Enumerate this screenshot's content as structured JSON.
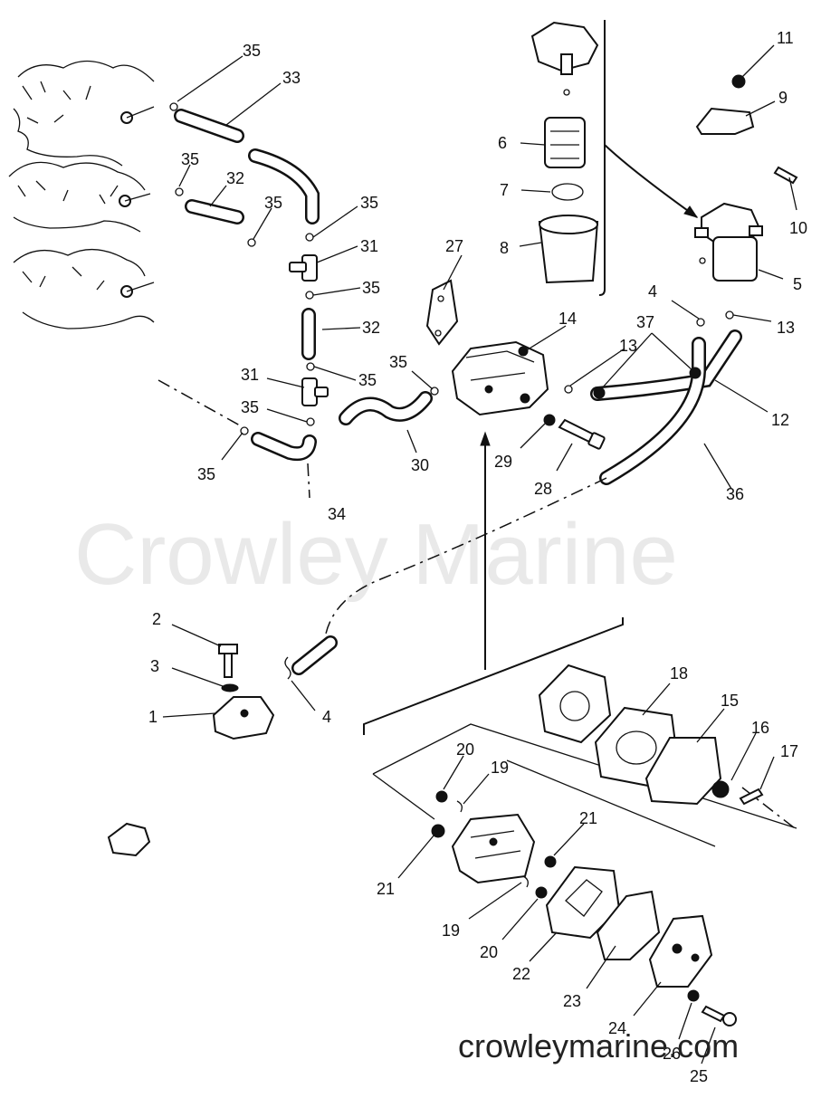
{
  "watermark": {
    "text": "Crowley Marine",
    "url": "crowleymarine.com"
  },
  "labels": {
    "p1": "1",
    "p2": "2",
    "p3": "3",
    "p4a": "4",
    "p4b": "4",
    "p5": "5",
    "p6": "6",
    "p7": "7",
    "p8": "8",
    "p9": "9",
    "p10": "10",
    "p11": "11",
    "p12": "12",
    "p13a": "13",
    "p13b": "13",
    "p14": "14",
    "p15": "15",
    "p16": "16",
    "p17": "17",
    "p18": "18",
    "p19a": "19",
    "p19b": "19",
    "p20a": "20",
    "p20b": "20",
    "p21a": "21",
    "p21b": "21",
    "p22": "22",
    "p23": "23",
    "p24": "24",
    "p25": "25",
    "p26": "26",
    "p27": "27",
    "p28": "28",
    "p29": "29",
    "p30": "30",
    "p31a": "31",
    "p31b": "31",
    "p32a": "32",
    "p32b": "32",
    "p33": "33",
    "p34": "34",
    "p35a": "35",
    "p35b": "35",
    "p35c": "35",
    "p35d": "35",
    "p35e": "35",
    "p35f": "35",
    "p35g": "35",
    "p35h": "35",
    "p35i": "35",
    "p36": "36",
    "p37": "37"
  }
}
